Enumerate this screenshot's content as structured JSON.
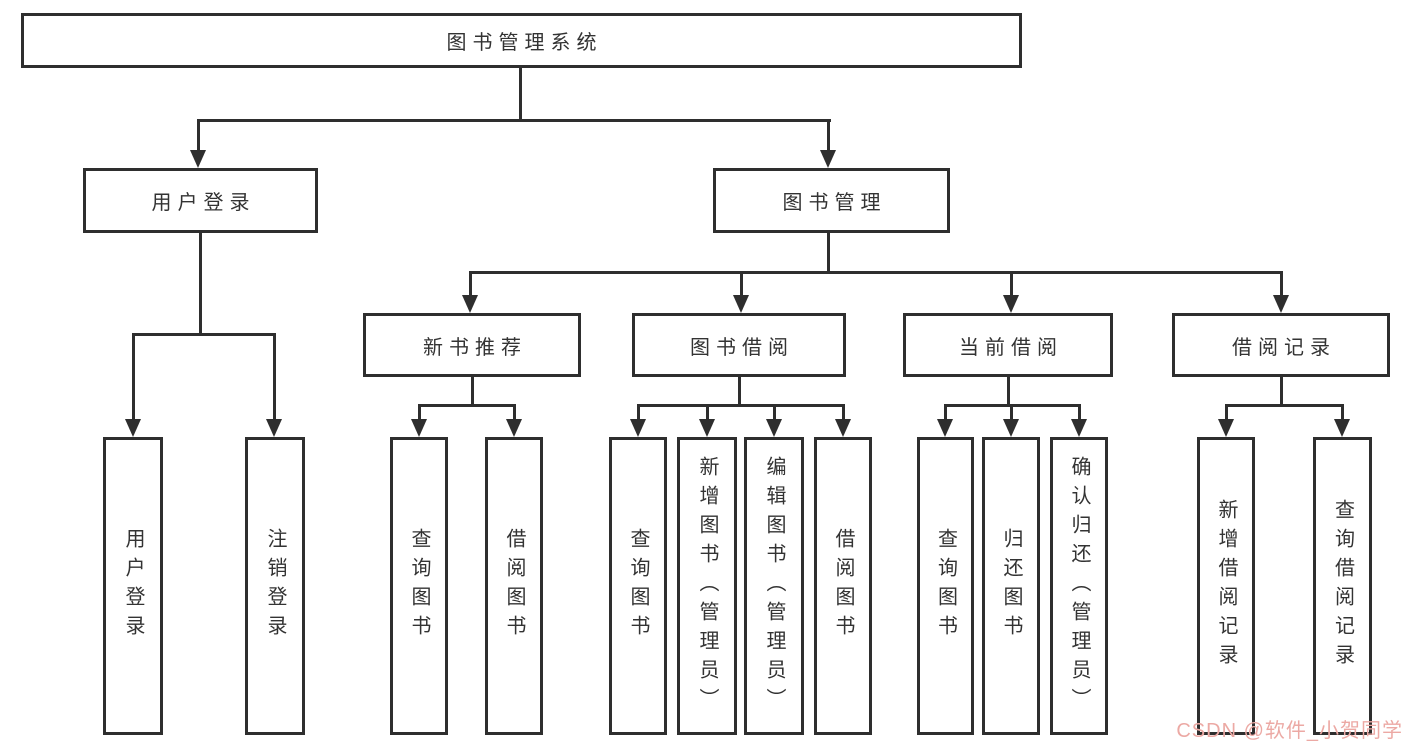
{
  "diagram_type": "hierarchy-tree",
  "colors": {
    "line": "#2e2e2e",
    "text": "#333333",
    "background": "#ffffff",
    "watermark": "#eca9a4"
  },
  "watermark": {
    "text": "CSDN @软件_小贺同学"
  },
  "tree": {
    "root": {
      "label": "图书管理系统",
      "children": [
        {
          "label": "用户登录",
          "children": [
            {
              "label": "用户登录"
            },
            {
              "label": "注销登录"
            }
          ]
        },
        {
          "label": "图书管理",
          "children": [
            {
              "label": "新书推荐",
              "children": [
                {
                  "label": "查询图书"
                },
                {
                  "label": "借阅图书"
                }
              ]
            },
            {
              "label": "图书借阅",
              "children": [
                {
                  "label": "查询图书"
                },
                {
                  "label": "新增图书（管理员）"
                },
                {
                  "label": "编辑图书（管理员）"
                },
                {
                  "label": "借阅图书"
                }
              ]
            },
            {
              "label": "当前借阅",
              "children": [
                {
                  "label": "查询图书"
                },
                {
                  "label": "归还图书"
                },
                {
                  "label": "确认归还（管理员）"
                }
              ]
            },
            {
              "label": "借阅记录",
              "children": [
                {
                  "label": "新增借阅记录"
                },
                {
                  "label": "查询借阅记录"
                }
              ]
            }
          ]
        }
      ]
    }
  }
}
